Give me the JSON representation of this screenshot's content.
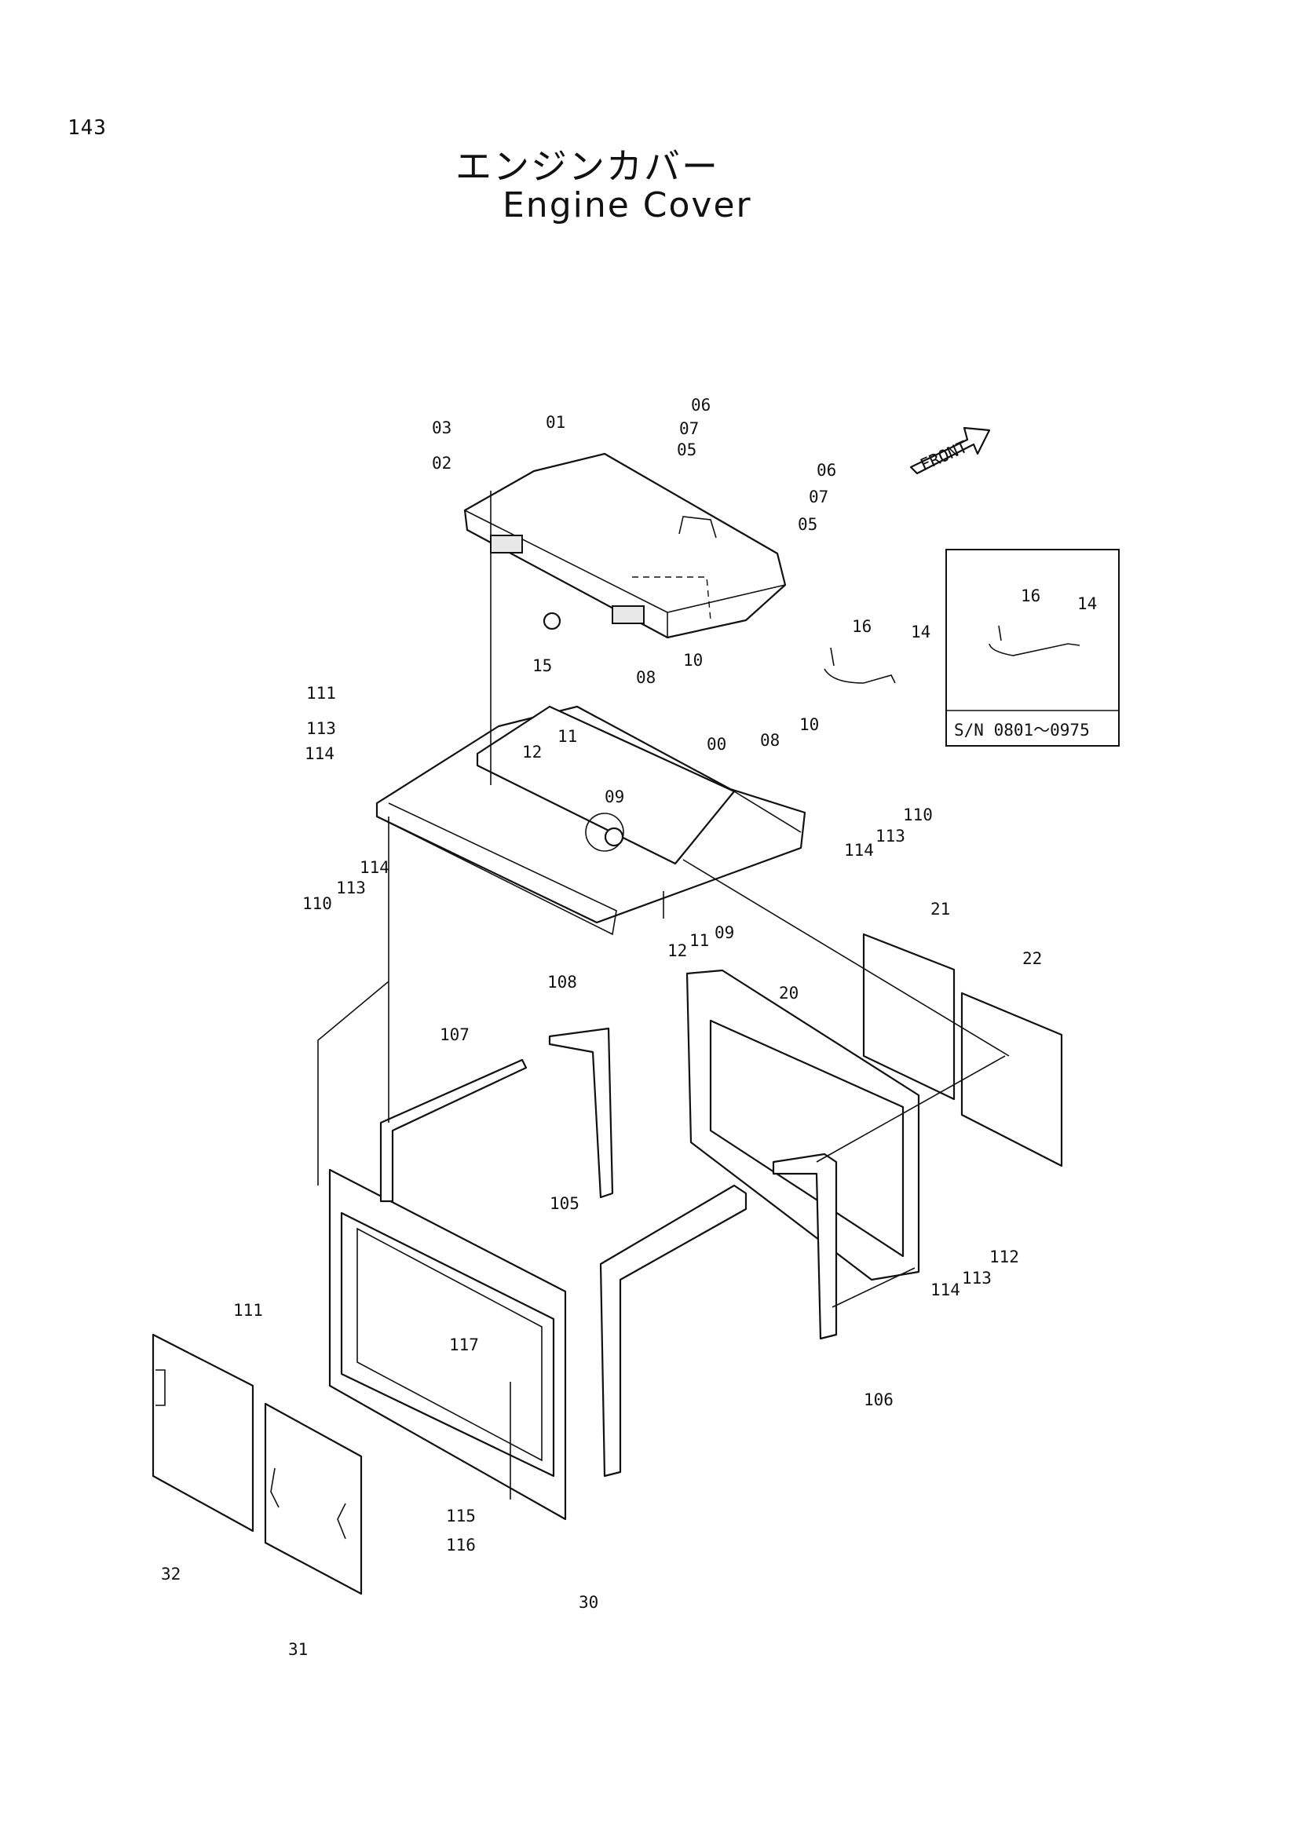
{
  "page_number": "143",
  "title_jp": "エンジンカバー",
  "title_en": "Engine Cover",
  "front_marker": "FRONT",
  "inset": {
    "serial_range": "S/N 0801～0975",
    "labels": [
      "16",
      "14"
    ]
  },
  "part_labels": [
    "00",
    "01",
    "02",
    "03",
    "05",
    "05",
    "06",
    "06",
    "07",
    "07",
    "08",
    "08",
    "09",
    "09",
    "10",
    "10",
    "11",
    "11",
    "12",
    "12",
    "14",
    "15",
    "16",
    "20",
    "21",
    "22",
    "30",
    "31",
    "32",
    "105",
    "106",
    "107",
    "108",
    "110",
    "110",
    "111",
    "111",
    "112",
    "113",
    "113",
    "113",
    "113",
    "114",
    "114",
    "114",
    "114",
    "115",
    "116",
    "117"
  ]
}
